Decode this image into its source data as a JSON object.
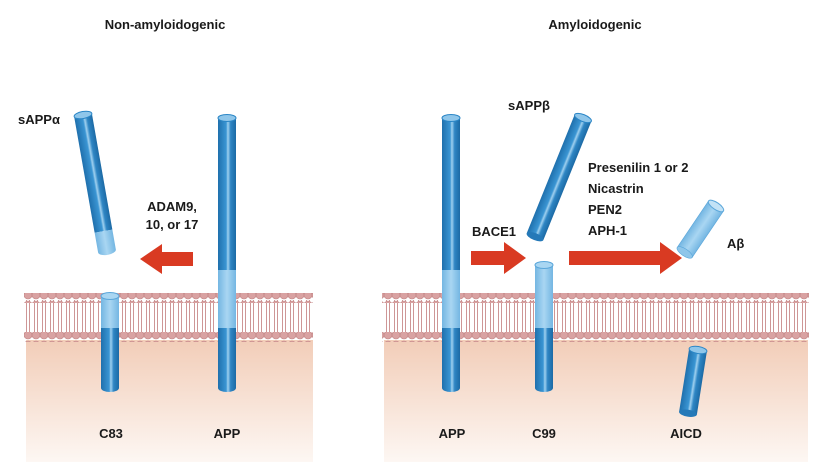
{
  "panels": [
    {
      "title": "Non-amyloidogenic",
      "enzyme_lines": [
        "ADAM9,",
        "10, or 17"
      ],
      "labels": {
        "fragment": "sAPPα",
        "membrane_left": "C83",
        "membrane_right": "APP"
      }
    },
    {
      "title": "Amyloidogenic",
      "enzyme_bace": "BACE1",
      "enzyme_gamma_lines": [
        "Presenilin 1 or 2",
        "Nicastrin",
        "PEN2",
        "APH-1"
      ],
      "labels": {
        "fragment": "sAPPβ",
        "peptide": "Aβ",
        "app": "APP",
        "c99": "C99",
        "aicd": "AICD"
      }
    }
  ],
  "colors": {
    "protein_dark": "#2b86c6",
    "protein_light": "#8fc6ea",
    "arrow": "#d93a22",
    "membrane_head": "#d8a0a0",
    "membrane_tail": "#c98a8a",
    "cytoplasm_top": "#f2cdb8",
    "cytoplasm_bottom": "#fdf6f2",
    "text": "#1a1a1a"
  }
}
